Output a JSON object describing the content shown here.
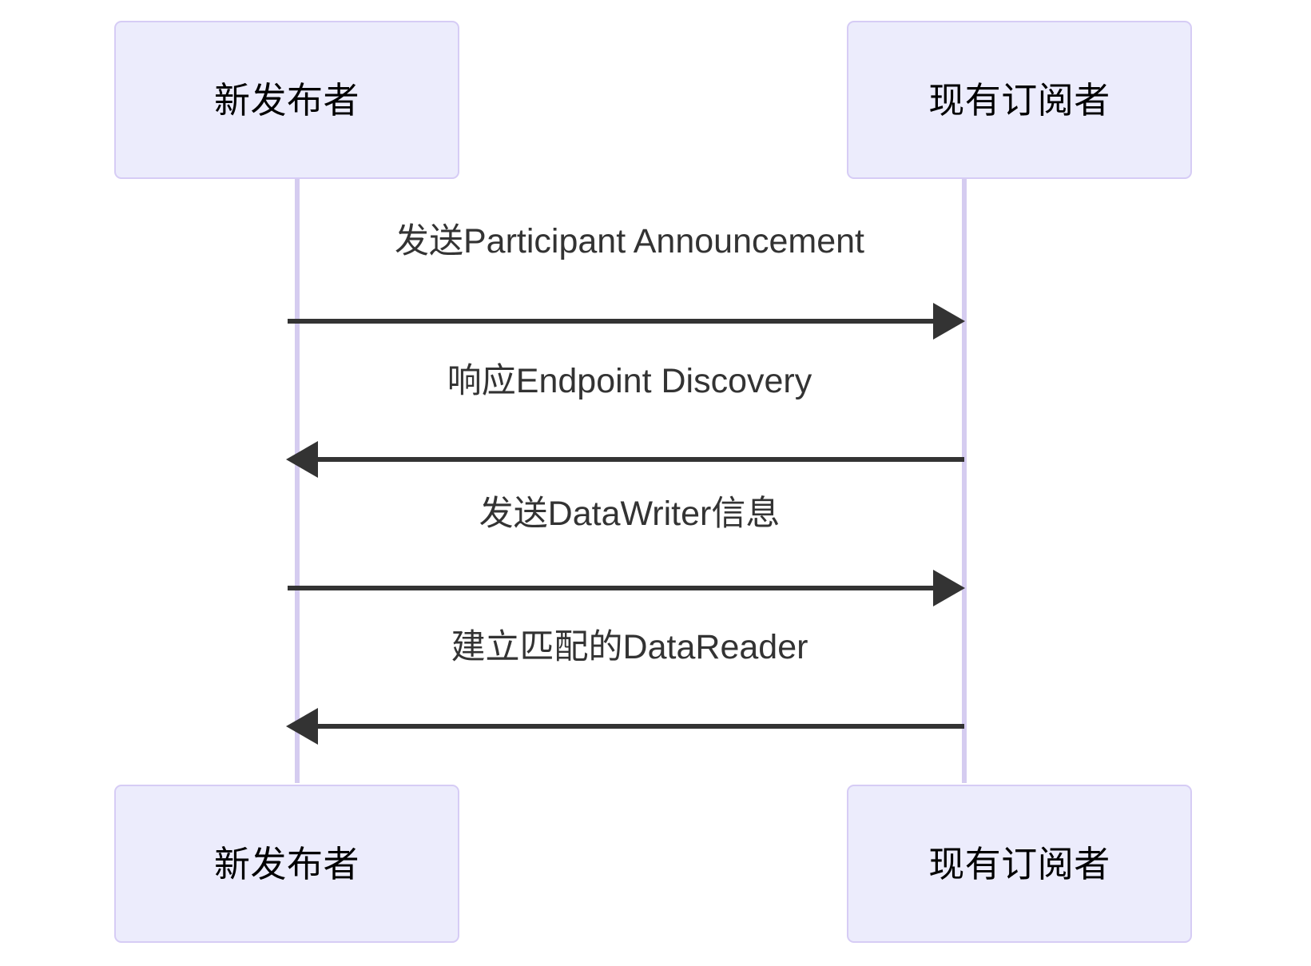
{
  "diagram": {
    "type": "sequence-diagram",
    "background_color": "#ffffff",
    "participant_box_fill": "#ececfc",
    "participant_box_border": "#d6ccf5",
    "lifeline_color": "#d5ccf0",
    "message_color": "#333333",
    "participants": [
      {
        "id": "publisher",
        "label": "新发布者"
      },
      {
        "id": "subscriber",
        "label": "现有订阅者"
      }
    ],
    "messages": [
      {
        "index": 1,
        "label": "发送Participant Announcement",
        "from": "publisher",
        "to": "subscriber",
        "direction": "right"
      },
      {
        "index": 2,
        "label": "响应Endpoint Discovery",
        "from": "subscriber",
        "to": "publisher",
        "direction": "left"
      },
      {
        "index": 3,
        "label": "发送DataWriter信息",
        "from": "publisher",
        "to": "subscriber",
        "direction": "right"
      },
      {
        "index": 4,
        "label": "建立匹配的DataReader",
        "from": "subscriber",
        "to": "publisher",
        "direction": "left"
      }
    ],
    "footer_participants": [
      {
        "id": "publisher",
        "label": "新发布者"
      },
      {
        "id": "subscriber",
        "label": "现有订阅者"
      }
    ]
  }
}
